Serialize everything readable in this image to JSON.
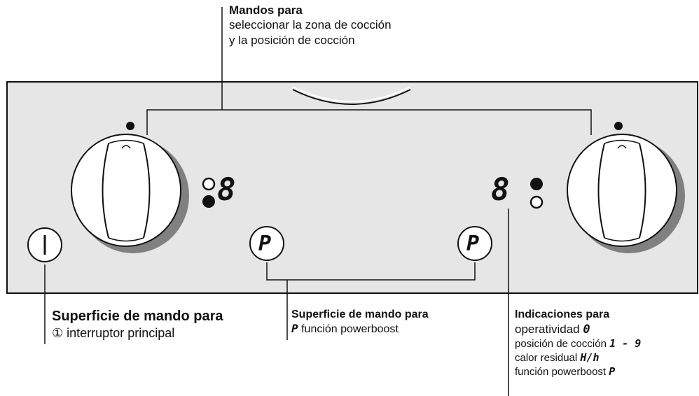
{
  "top_label": {
    "title": "Mandos para",
    "line1": "seleccionar la zona de cocción",
    "line2": "y la posición de cocción"
  },
  "main_switch": {
    "title": "Superficie de mando para",
    "symbol": "①",
    "text": "interruptor principal",
    "button_symbol": "|"
  },
  "powerboost": {
    "title": "Superficie de mando para",
    "symbol": "P",
    "text": "función powerboost",
    "button_left": "P",
    "button_right": "P"
  },
  "indications": {
    "title": "Indicaciones para",
    "items": [
      {
        "text": "operatividad",
        "symbol": "0"
      },
      {
        "text": "posición de cocción",
        "symbol": "1 - 9"
      },
      {
        "text": "calor residual",
        "symbol": "H/h"
      },
      {
        "text": "función powerboost",
        "symbol": "P"
      }
    ]
  },
  "displays": {
    "left_digit": "8",
    "right_digit": "8"
  },
  "colors": {
    "panel": "#e6e6e6",
    "knob_shadow": "#808080",
    "line": "#111111"
  },
  "icons": [
    "knob-icon",
    "indicator-dot-icon",
    "seven-segment-display-icon",
    "power-button-icon",
    "p-button-icon"
  ]
}
